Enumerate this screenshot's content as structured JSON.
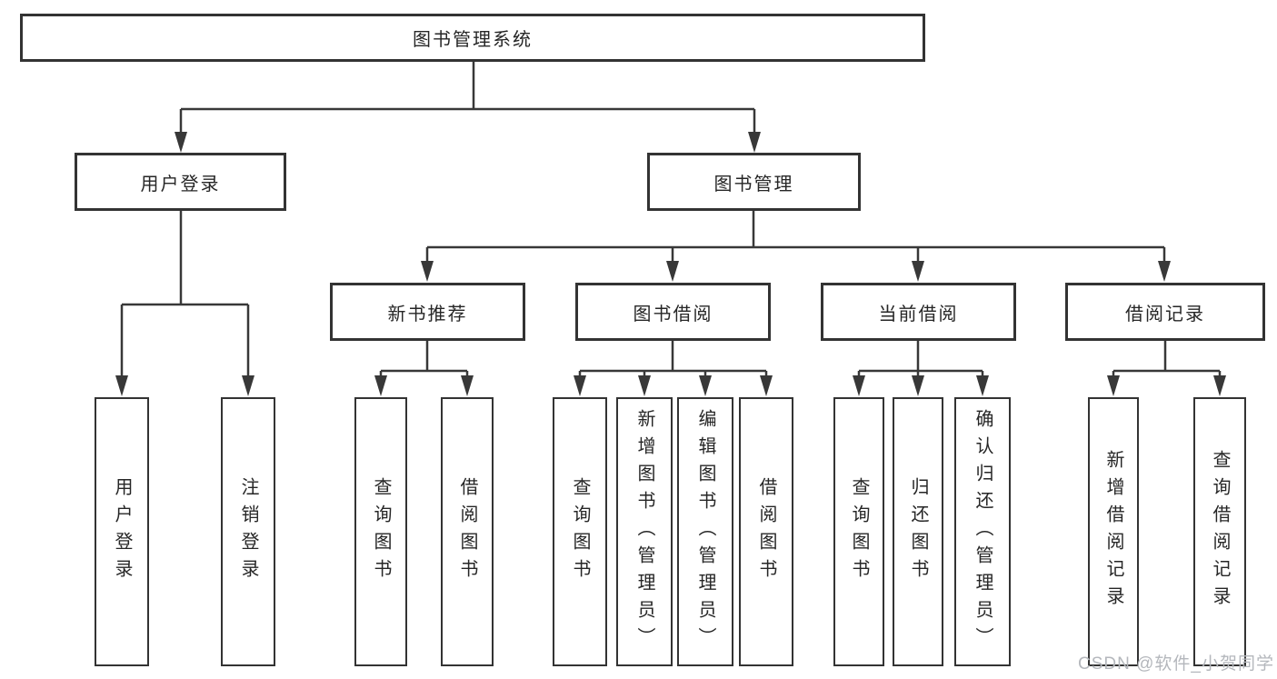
{
  "root_label": "图书管理系统",
  "branches": [
    {
      "label": "用户登录",
      "children": [
        "用户登录",
        "注销登录"
      ]
    },
    {
      "label": "图书管理",
      "children": [
        {
          "label": "新书推荐",
          "children": [
            "查询图书",
            "借阅图书"
          ]
        },
        {
          "label": "图书借阅",
          "children": [
            "查询图书",
            "新增图书（管理员）",
            "编辑图书（管理员）",
            "借阅图书"
          ]
        },
        {
          "label": "当前借阅",
          "children": [
            "查询图书",
            "归还图书",
            "确认归还（管理员）"
          ]
        },
        {
          "label": "借阅记录",
          "children": [
            "新增借阅记录",
            "查询借阅记录"
          ]
        }
      ]
    }
  ],
  "watermark": "CSDN @软件_小贺同学",
  "colors": {
    "line": "#383838",
    "box_border": "#333333",
    "text": "#262626",
    "watermark": "#b4b7bc",
    "background": "#ffffff"
  }
}
